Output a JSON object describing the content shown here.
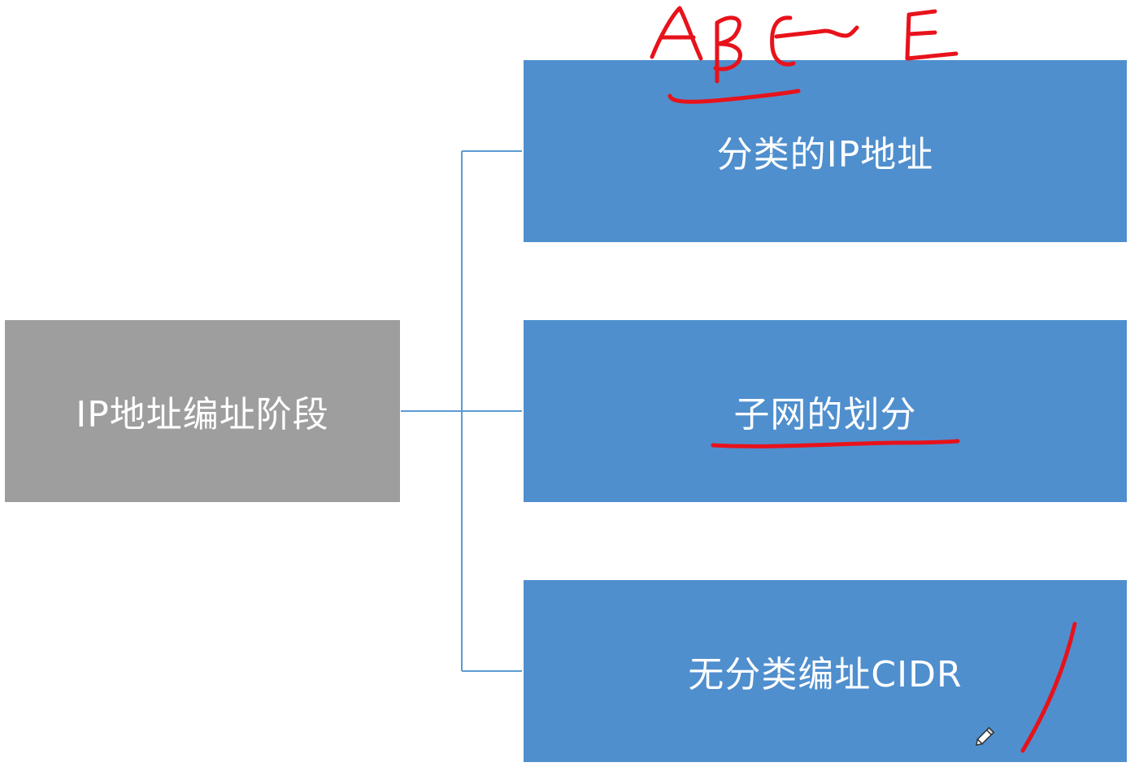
{
  "diagram": {
    "root": {
      "label": "IP地址编址阶段"
    },
    "children": [
      {
        "label": "分类的IP地址"
      },
      {
        "label": "子网的划分"
      },
      {
        "label": "无分类编址CIDR"
      }
    ]
  },
  "annotations": {
    "handwritten_top": "AB C ~ E"
  },
  "colors": {
    "root_fill": "#9e9e9e",
    "child_fill": "#4f8fce",
    "connector": "#5b9bd5",
    "pen": "#e8121b",
    "text": "#ffffff"
  },
  "icons": {
    "cursor": "pencil-cursor-icon"
  }
}
